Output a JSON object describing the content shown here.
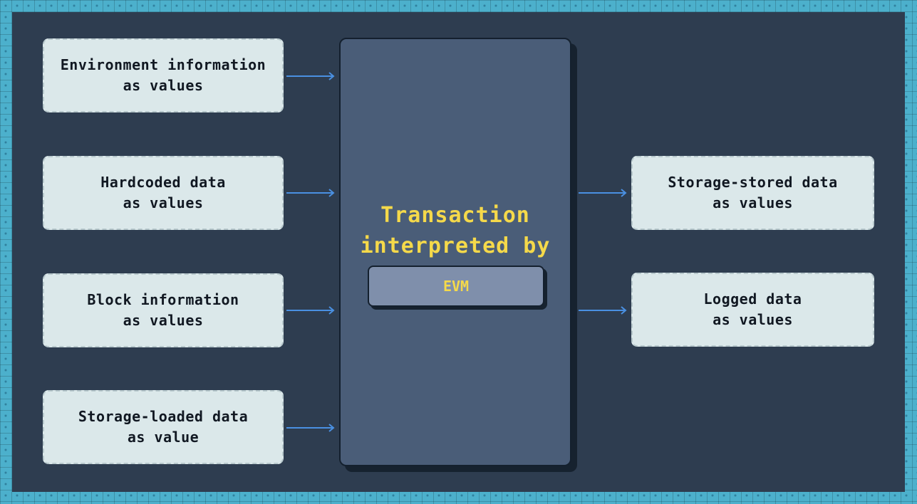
{
  "inputs": [
    {
      "line1": "Environment information",
      "line2": "as values"
    },
    {
      "line1": "Hardcoded data",
      "line2": "as values"
    },
    {
      "line1": "Block information",
      "line2": "as values"
    },
    {
      "line1": "Storage-loaded data",
      "line2": "as value"
    }
  ],
  "center": {
    "title_line1": "Transaction",
    "title_line2": "interpreted by",
    "engine": "EVM"
  },
  "outputs": [
    {
      "line1": "Storage-stored data",
      "line2": "as values"
    },
    {
      "line1": "Logged data",
      "line2": "as values"
    }
  ],
  "colors": {
    "accent": "#f5d94a",
    "arrow": "#4a90e2",
    "background": "#2e3d50",
    "border": "#4cb0cc"
  }
}
